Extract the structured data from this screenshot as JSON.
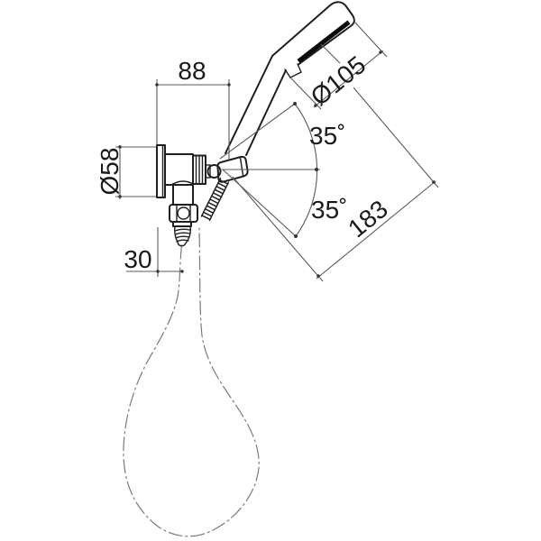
{
  "drawing": {
    "type": "technical-dimension-drawing",
    "subject": "wall-mounted hand shower with bracket and hose",
    "labels": {
      "bracket_width": "88",
      "head_diameter": "Ø105",
      "flange_diameter": "Ø58",
      "outlet_offset": "30",
      "angle_upper": "35˚",
      "angle_lower": "35˚",
      "handset_length": "183"
    },
    "colors": {
      "background": "#ffffff",
      "object_line": "#1f1f1f",
      "dimension_line": "#5a5a5a",
      "hose_centerline": "#7a7a7a"
    }
  }
}
